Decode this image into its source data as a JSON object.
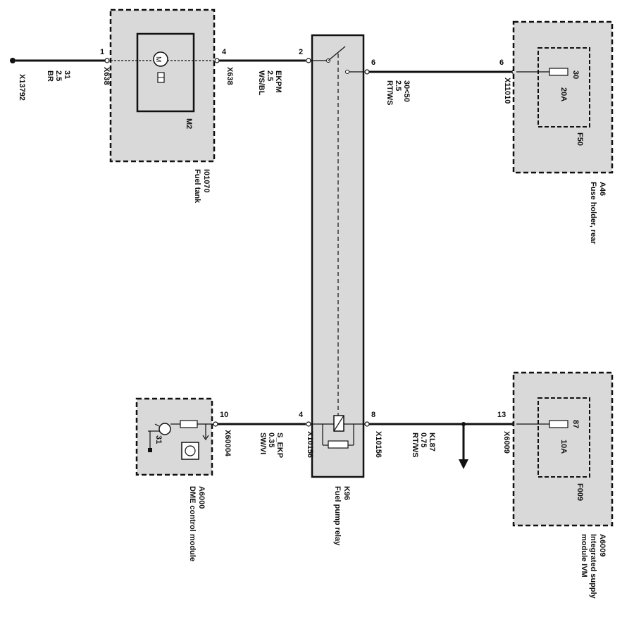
{
  "ground": {
    "id": "X13792"
  },
  "wires": {
    "ground": {
      "terminal_left": "1",
      "connector": "X638",
      "pin": "31",
      "gauge": "2.5",
      "color": "BR"
    },
    "pump_to_relay": {
      "terminal_left": "4",
      "connector": "X638",
      "name": "EKPM",
      "gauge": "2.5",
      "color": "WS/BL",
      "terminal_right": "2"
    },
    "relay_to_fuse": {
      "terminal_left": "6",
      "name": "30<50",
      "gauge": "2.5",
      "color": "RT/WS",
      "terminal_right": "6",
      "connector": "X11010"
    },
    "dme_to_relay": {
      "terminal_left": "10",
      "connector": "X60004",
      "name": "S_EKP",
      "gauge": "0.35",
      "color": "SW/VI",
      "terminal_right": "4",
      "connector_right": "X10156"
    },
    "relay_to_ism": {
      "terminal_left": "8",
      "connector": "X10156",
      "name": "KL87",
      "gauge": "0.75",
      "color": "RT/WS",
      "terminal_right": "13",
      "connector_right": "X6009"
    }
  },
  "components": {
    "fuel_tank": {
      "motor_id": "M2",
      "id": "I01070",
      "label": "Fuel tank",
      "motor_symbol": "M"
    },
    "relay": {
      "id": "K96",
      "label": "Fuel pump relay"
    },
    "fuse_holder": {
      "fuse_id": "F50",
      "pin": "30",
      "rating": "20A",
      "id": "A46",
      "label": "Fuse holder, rear"
    },
    "dme": {
      "id": "A6000",
      "label": "DME control module",
      "pin": "31"
    },
    "ism": {
      "fuse_id": "F009",
      "pin": "87",
      "rating": "10A",
      "id": "A6009",
      "label_line1": "Integrated supply",
      "label_line2": "module IVM"
    }
  }
}
